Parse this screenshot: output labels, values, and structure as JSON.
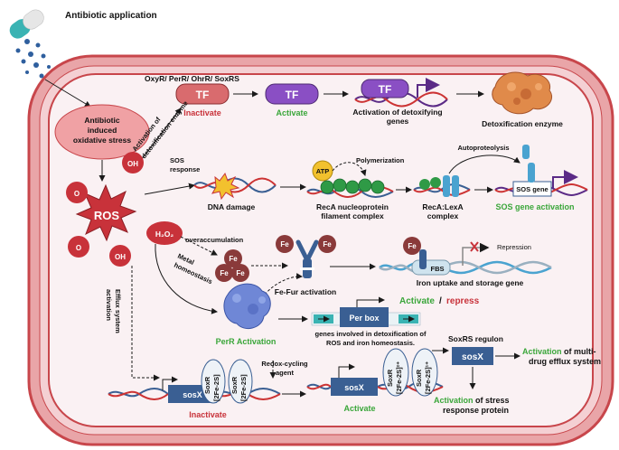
{
  "header": {
    "antibiotic_application": "Antibiotic application"
  },
  "tf_row": {
    "regulators": "OxyR/ PerR/ OhrR/ SoxRS",
    "tf_label": "TF",
    "inactivate": "Inactivate",
    "activate": "Activate",
    "activation_detox_line1": "Activation of  detoxifying",
    "activation_detox_line2": "genes",
    "detox_enzyme": "Detoxification enzyme",
    "arrow_label_line1": "Activation of",
    "arrow_label_line2": "detoxification enzyme"
  },
  "stress": {
    "line1": "Antibiotic",
    "line2": "induced",
    "line3": "oxidative stress"
  },
  "ros": {
    "label": "ROS",
    "o2": "O",
    "oh": "OH",
    "h2o2": "H₂O₂"
  },
  "sos_row": {
    "sos_response_line1": "SOS",
    "sos_response_line2": "response",
    "dna_damage": "DNA damage",
    "atp": "ATP",
    "polymerization": "Polymerization",
    "reca_line1": "RecA nucleoprotein",
    "reca_line2": "filament complex",
    "autoproteolysis": "Autoproteolysis",
    "reca_lexa_line1": "RecA:LexA",
    "reca_lexa_line2": "complex",
    "sos_gene": "SOS gene",
    "sos_gene_activation": "SOS gene activation"
  },
  "metal_row": {
    "overaccumulation": "overaccumulation",
    "metal_line1": "Metal",
    "metal_line2": "homeostasis",
    "fe": "Fe",
    "fe_fur": "Fe-Fur activation",
    "repression": "Repression",
    "fbs": "FBS",
    "iron_uptake": "Iron uptake and storage gene"
  },
  "perr_row": {
    "perr_activation": "PerR Activation",
    "per_box": "Per box",
    "activate": "Activate",
    "slash": "/",
    "repress": "repress",
    "genes_line1": "genes involved in detoxification of",
    "genes_line2": "ROS and iron homeostasis."
  },
  "efflux": {
    "line1": "Efflux system",
    "line2": "activation"
  },
  "soxr_row": {
    "sosx": "sosX",
    "soxr": "SoxR",
    "cluster_plain": "[2Fe-2S]",
    "cluster_charged_1": "[2Fe-2S]²⁺",
    "cluster_charged_2": "[2Fe-2S]¹⁺",
    "inactivate": "Inactivate",
    "activate": "Activate",
    "redox_line1": "Redox-cycling",
    "redox_line2": "agent",
    "regulon": "SoxRS regulon",
    "sosx_box": "sosX",
    "efflux_prefix": "Activation",
    "efflux_line1_rest": " of multi-",
    "efflux_line2": "drug efflux system",
    "stress_line1_prefix": "Activation",
    "stress_line1_rest": " of stress",
    "stress_line2": "response protein"
  },
  "colors": {
    "cell_outer": "#c8464b",
    "cell_inner_fill": "#f8eef0",
    "tf_inactive": "#d96b6e",
    "tf_active": "#8a4fc4",
    "ros_fill": "#c8323a",
    "activation_green": "#3aa63a",
    "repress_red": "#b83636",
    "gene_box": "#3a5f93"
  }
}
